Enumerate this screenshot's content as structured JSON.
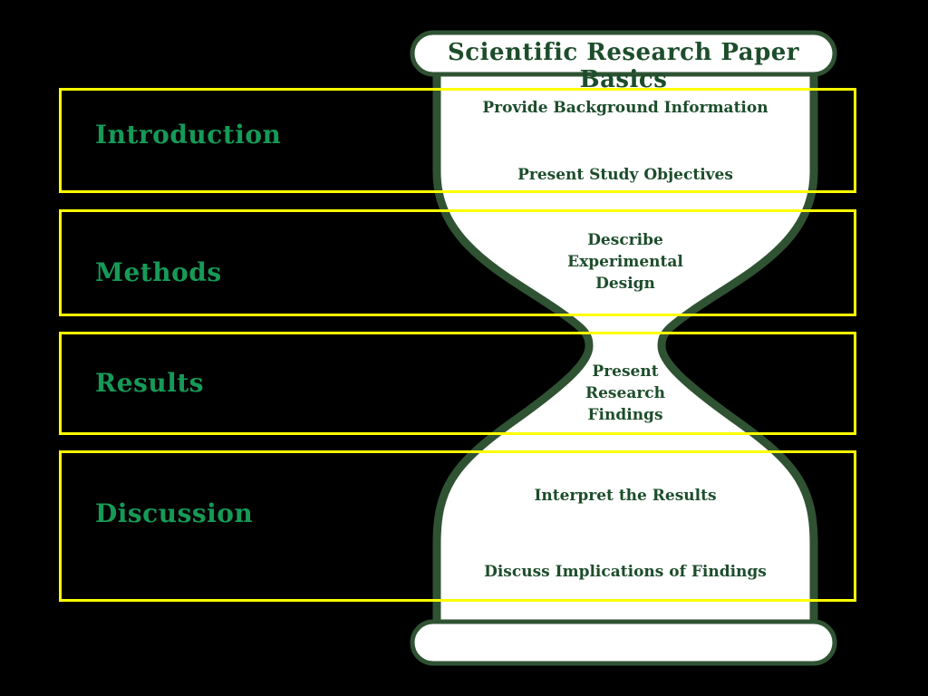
{
  "title": "Scientific Research Paper Basics",
  "colors": {
    "background": "#000000",
    "box_outline": "#ffff00",
    "label_green": "#169a57",
    "dark_green_text": "#1d4d2b",
    "shape_stroke": "#2f5233",
    "shape_fill": "#ffffff"
  },
  "shapes": {
    "title_banner": "rounded-pill",
    "hourglass": "hourglass",
    "base_banner": "rounded-pill"
  },
  "sections": [
    {
      "label": "Introduction",
      "items": [
        "Provide Background Information",
        "Present Study Objectives"
      ]
    },
    {
      "label": "Methods",
      "items": [
        "Describe\nExperimental\nDesign"
      ]
    },
    {
      "label": "Results",
      "items": [
        "Present\nResearch\nFindings"
      ]
    },
    {
      "label": "Discussion",
      "items": [
        "Interpret the Results",
        "Discuss Implications of Findings"
      ]
    }
  ]
}
